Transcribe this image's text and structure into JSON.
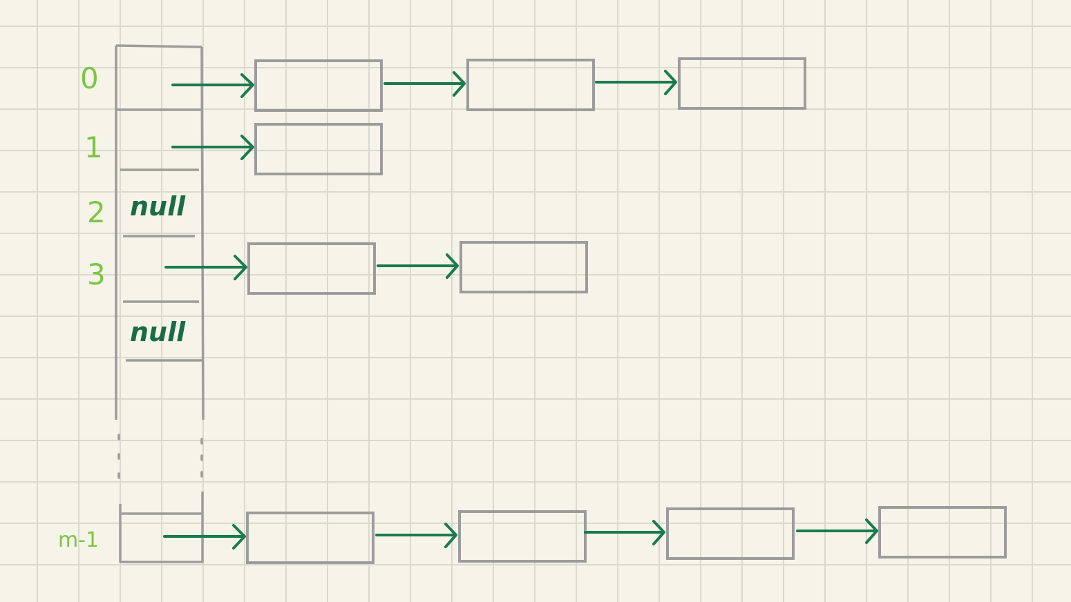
{
  "colors": {
    "background": "#f6f4e8",
    "grid": "#d9d9cc",
    "box_stroke": "#9c9c9c",
    "arrow": "#1a7a50",
    "index_label": "#7cc544",
    "null_label": "#1a6b48"
  },
  "buckets": [
    {
      "index": "0",
      "nodes": 3
    },
    {
      "index": "1",
      "nodes": 1
    },
    {
      "index": "2",
      "null_label": "null"
    },
    {
      "index": "3",
      "nodes": 2
    },
    {
      "index": "",
      "null_label": "null"
    },
    {
      "index": "m-1",
      "nodes": 4
    }
  ]
}
